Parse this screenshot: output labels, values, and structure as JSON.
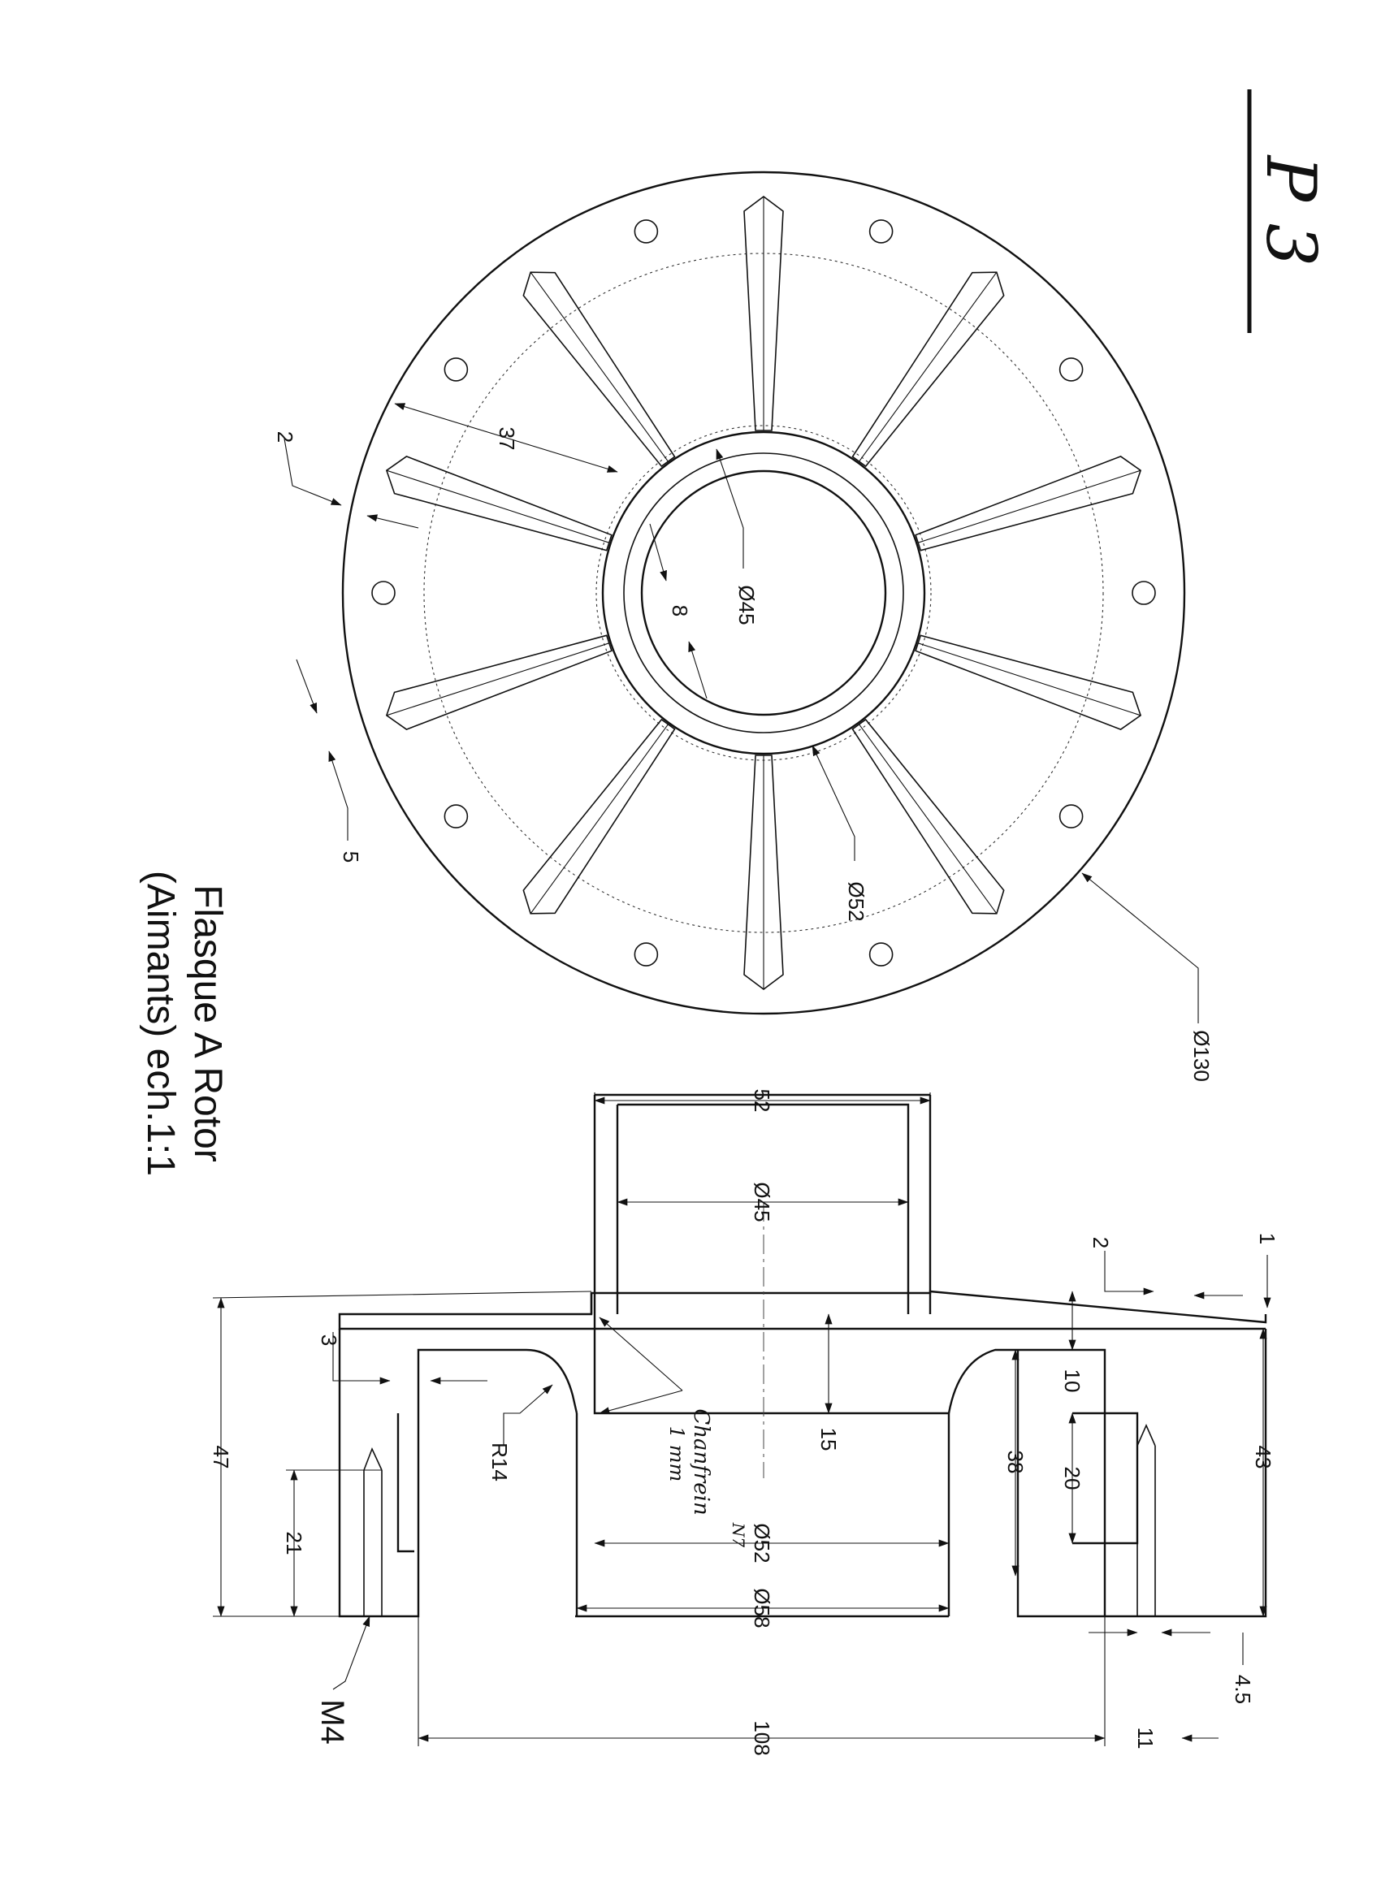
{
  "page_marker": "P 3",
  "title": {
    "line1": "Flasque A Rotor",
    "line2": "(Aimants) ech.1:1"
  },
  "front_view": {
    "dims": {
      "outer_diameter": "Ø130",
      "inner_bore": "Ø45",
      "hub_diameter": "Ø52",
      "rib_length": "37",
      "rib_chamfer": "2",
      "rib_width": "8",
      "rib_offset": "5"
    }
  },
  "section_view": {
    "dims": {
      "top_width": "52",
      "bore": "Ø45",
      "fit": "Ø52",
      "fit_tolerance": "N7",
      "shoulder": "Ø58",
      "base_width": "108",
      "total_height": "47",
      "height_43": "43",
      "flange_thickness": "10",
      "bore_depth": "15",
      "wall_height": "38",
      "pocket": "20",
      "thread_depth": "21",
      "edge_1": "1",
      "edge_2": "2",
      "edge_3": "3",
      "fillet": "R14",
      "offset_4_5": "4.5",
      "offset_11": "11",
      "thread": "M4"
    },
    "chamfer_note": {
      "line1": "Chanfrein",
      "line2": "1 mm"
    }
  }
}
